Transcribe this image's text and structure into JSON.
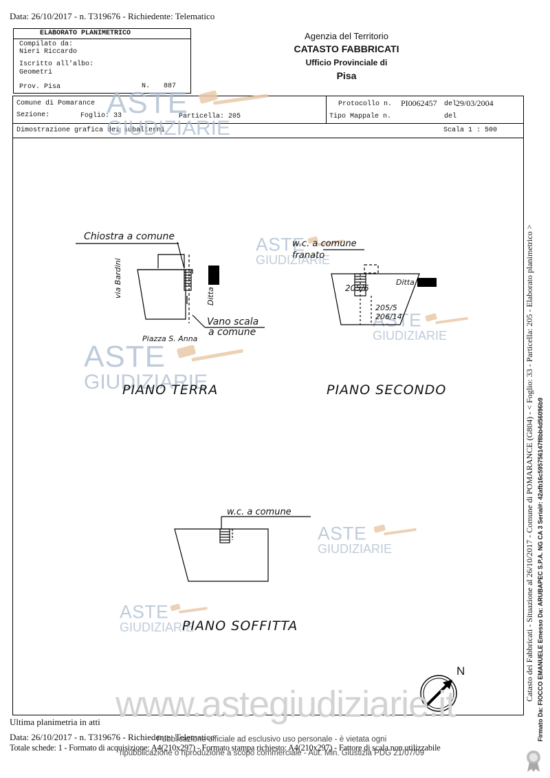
{
  "header_line": "Data: 26/10/2017 - n. T319676 - Richiedente: Telematico",
  "left_box": {
    "title": "ELABORATO PLANIMETRICO",
    "compilato": "Compilato da:",
    "name": "Nieri Riccardo",
    "iscritto": "Iscritto all'albo:",
    "albo": "Geometri",
    "prov": "Prov. Pisa",
    "n_label": "N.",
    "n_value": "887"
  },
  "agency": {
    "line1": "Agenzia del Territorio",
    "line2": "CATASTO FABBRICATI",
    "line3": "Ufficio Provinciale di",
    "line4": "Pisa"
  },
  "info": {
    "comune": "Comune di Pomarance",
    "sezione": "Sezione:",
    "foglio": "Foglio: 33",
    "particella": "Particella: 205",
    "protocollo_label": "Protocollo n.",
    "protocollo_value": "PI0062457",
    "del_label": "del",
    "del_value": "29/03/2004",
    "tipo": "Tipo Mappale n.",
    "tipo_del": "del",
    "dimostrazione": "Dimostrazione grafica dei subalterni",
    "scala": "Scala 1 : 500"
  },
  "plans": {
    "terra": {
      "title": "PIANO TERRA",
      "chiostra": "Chiostra a comune",
      "via": "via Bardini",
      "ditta": "Ditta",
      "vano1": "Vano scala",
      "vano2": "a comune",
      "piazza": "Piazza S. Anna"
    },
    "secondo": {
      "title": "PIANO SECONDO",
      "wc1": "w.c. a comune",
      "wc2": "franato",
      "sub1": "205/6",
      "ditta": "Ditta",
      "sub2": "205/5",
      "sub3": "206/14"
    },
    "soffitta": {
      "title": "PIANO SOFFITTA",
      "wc": "w.c. a comune"
    },
    "north": "N"
  },
  "watermarks": {
    "aste": "ASTE",
    "giudiziarie": "GIUDIZIARIE",
    "site": "www.astegiudiziarie.it"
  },
  "footer": {
    "ultima": "Ultima planimetria in atti",
    "data": "Data: 26/10/2017 - n. T319676 - Richiedente: Telematico",
    "totale": "Totale schede: 1 - Formato di acquisizione: A4(210x297) - Formato stampa richiesto: A4(210x297) - Fattore di scala non utilizzabile",
    "pub1": "Pubblicazione ufficiale ad esclusivo uso personale - è vietata ogni",
    "pub2": "ripubblicazione o riproduzione a scopo commerciale - Aut. Min. Giustizia PDG 21/07/09"
  },
  "side": {
    "catasto": "Catasto dei Fabbricati - Situazione al 26/10/2017 - Comune di POMARANCE (G804) - < Foglio: 33 - Particella: 205 - Elaborato planimetrico >",
    "firmato": "Firmato Da: FIOCCO EMANUELE Emesso Da: ARUBAPEC S.P.A. NG CA 3 Serial#: 42afb16c595756147f8bb4d56096b9"
  }
}
